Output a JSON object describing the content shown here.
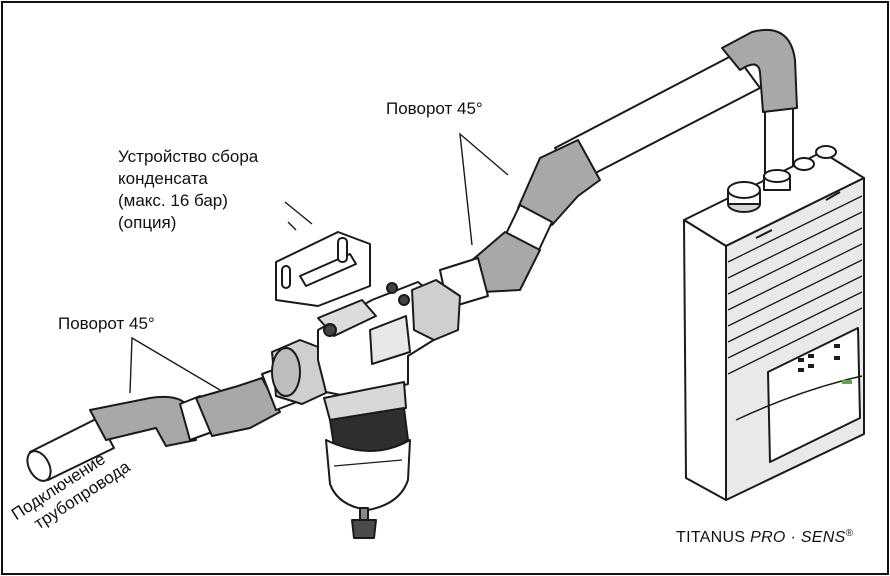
{
  "labels": {
    "turn_right": "Поворот 45°",
    "turn_left": "Поворот 45°",
    "collector": [
      "Устройство сбора",
      "конденсата",
      "(макс. 16 бар)",
      "(опция)"
    ],
    "connection": [
      "Подключение",
      "трубопровода"
    ]
  },
  "brand": {
    "name": "TITANUS",
    "model_a": "PRO",
    "separator": "·",
    "model_b": "SENS",
    "mark": "®"
  },
  "colors": {
    "pipe": "#ffffff",
    "elbow": "#a8a8a8",
    "outline": "#1a1a1a",
    "device_face": "#e9e9e9",
    "accent": "#5aa84a"
  }
}
